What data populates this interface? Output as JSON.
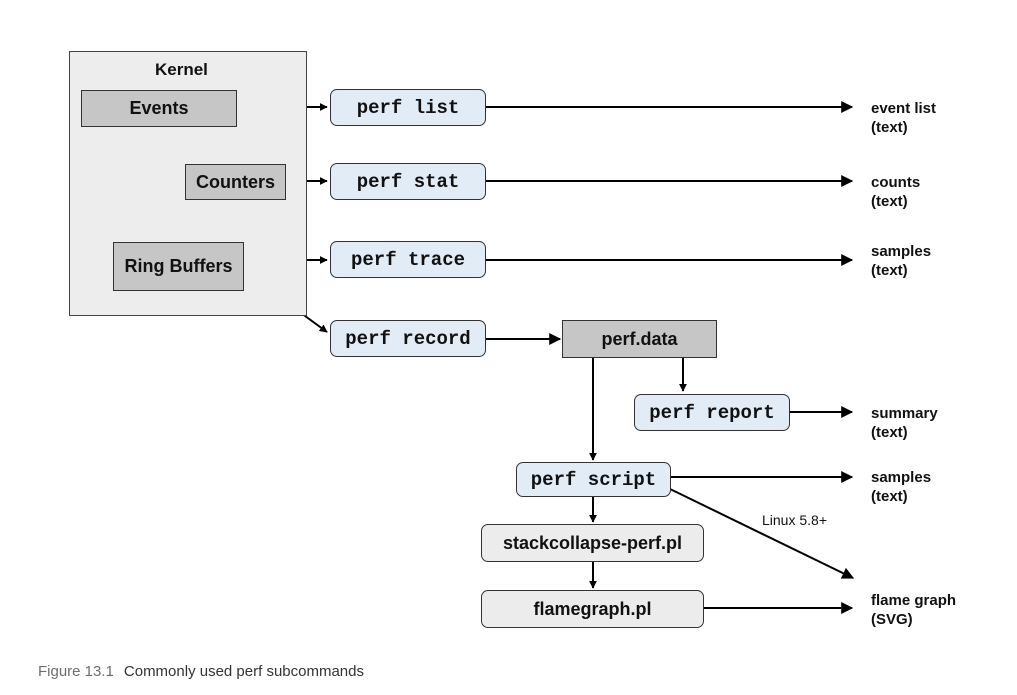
{
  "kernel": {
    "title": "Kernel",
    "events": "Events",
    "counters": "Counters",
    "ring_buffers": "Ring Buffers"
  },
  "commands": {
    "perf_list": "perf list",
    "perf_stat": "perf stat",
    "perf_trace": "perf trace",
    "perf_record": "perf record",
    "perf_data": "perf.data",
    "perf_report": "perf report",
    "perf_script": "perf script",
    "stackcollapse": "stackcollapse-perf.pl",
    "flamegraph": "flamegraph.pl"
  },
  "outputs": {
    "event_list": [
      "event list",
      "(text)"
    ],
    "counts": [
      "counts",
      "(text)"
    ],
    "samples_trace": [
      "samples",
      "(text)"
    ],
    "summary": [
      "summary",
      "(text)"
    ],
    "samples_script": [
      "samples",
      "(text)"
    ],
    "flame_graph": [
      "flame graph",
      "(SVG)"
    ]
  },
  "annotation": "Linux 5.8+",
  "caption": {
    "figure": "Figure 13.1",
    "text": "Commonly used perf subcommands"
  }
}
